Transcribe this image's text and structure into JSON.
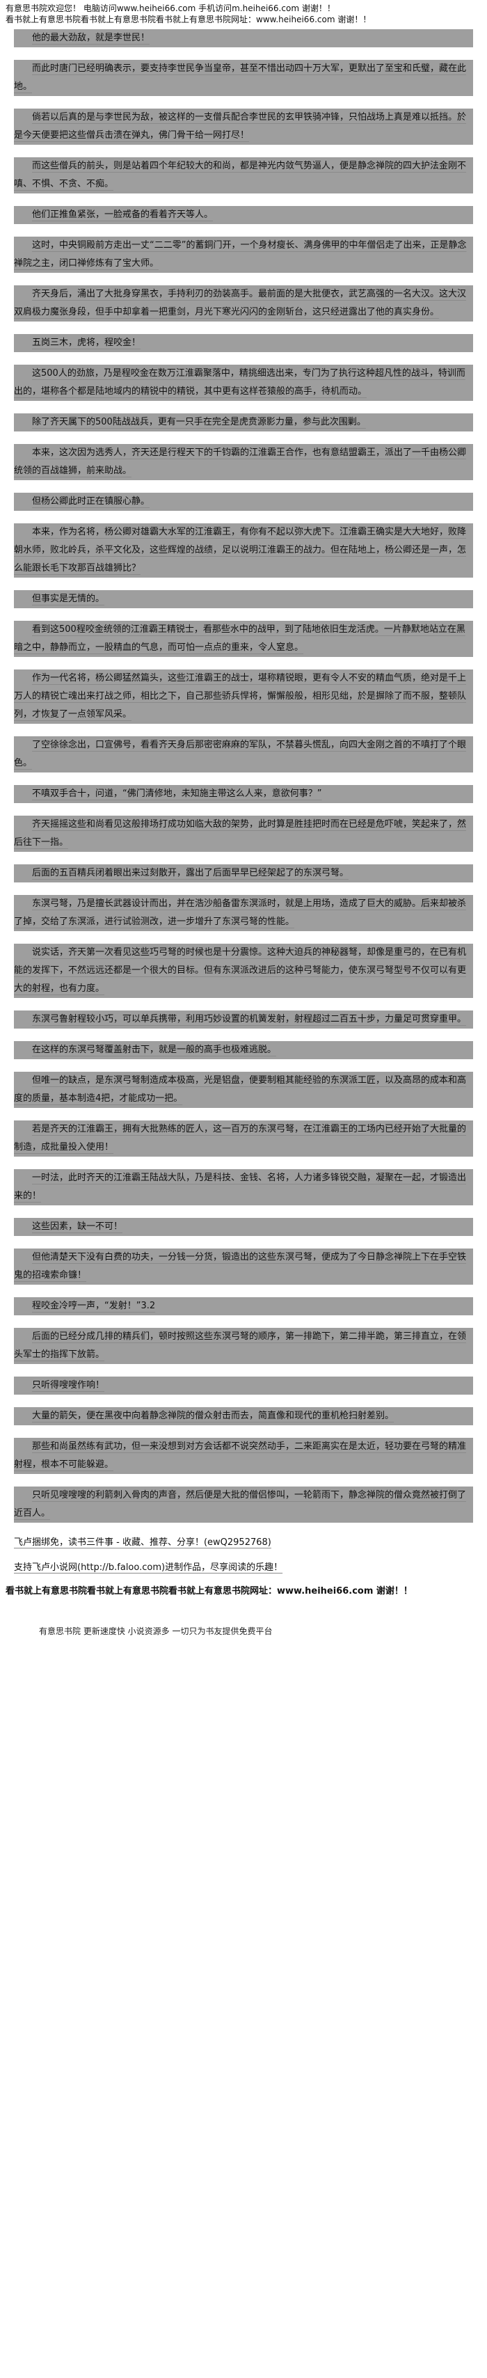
{
  "header": {
    "line1": "有意思书院欢迎您！ 电脑访问www.heihei66.com 手机访问m.heihei66.com 谢谢！！",
    "line2": "看书就上有意思书院看书就上有意思书院看书就上有意思书院网址：www.heihei66.com 谢谢！！"
  },
  "paragraphs": [
    "他的最大劲敌，就是李世民！",
    "而此时唐门已经明确表示，要支持李世民争当皇帝，甚至不惜出动四十万大军，更默出了至宝和氏璧，藏在此地。",
    "倘若以后真的是与李世民为敌，被这样的一支僧兵配合李世民的玄甲铁骑冲锋，只怕战场上真是难以抵挡。於是今天便要把这些僧兵击溃在弹丸，佛门骨干给一网打尽！",
    "而这些僧兵的前头，则是站着四个年纪较大的和尚，都是神光内敛气势逼人，便是静念禅院的四大护法金刚不嗔、不惧、不贪、不痴。",
    "他们正推鱼紧张，一脸戒备的看着齐天等人。",
    "这时，中央铜殿前方走出一丈“二二零”的蓄銅门开，一个身材瘦长、满身佛甲的中年僧侣走了出来，正是静念禅院之主，闭口禅修炼有了宝大师。",
    "齐天身后，涌出了大批身穿黑衣，手持利刃的劲装高手。最前面的是大批便衣，武艺高强的一名大汉。这大汉双肩极力魔张身段，但手中却拿着一把重剑，月光下寒光闪闪的金刚斩台，这只经迸露出了他的真实身份。",
    "五岗三木，虎将，程咬金！",
    "这500人的劲旅，乃是程咬金在数万江淮霸聚落中，精挑细选出来，专门为了执行这种超凡性的战斗，特训而出的，堪称各个都是陆地域内的精锐中的精锐，其中更有这样苍猿般的高手，待机而动。",
    "除了齐天属下的500陆战战兵，更有一只手在完全是虎贲源影力量，参与此次围剿。",
    "本来，这次因为选秀人，齐天还是行程天下的千钧霸的江淮霸王合作，也有意结盟霸王，派出了一千由杨公卿统领的百战雄狮，前来助战。",
    "但杨公卿此时正在镇服心静。",
    "本来，作为名将，杨公卿对雄霸大水军的江淮霸王，有你有不起以弥大虎下。江淮霸王确实是大大地好，败降朝水师，败北岭兵，杀平文化及，这些辉煌的战绩，足以说明江淮霸王的战力。但在陆地上，杨公卿还是一声，怎么能跟长毛下攻那百战雄狮比？",
    "但事实是无情的。",
    "看到这500程咬金统领的江淮霸王精锐士，看那些水中的战甲，到了陆地依旧生龙活虎。一片静默地站立在黑暗之中，静静而立，一股精血的气息，而可怕一点点的重来，令人窒息。",
    "作为一代名将，杨公卿猛然篇头，这些江淮霸王的战士，堪称精锐眼，更有令人不安的精血气质，绝对是千上万人的精锐亡魂出来打战之师，相比之下，自己那些骄兵悍将，懈懈般般，相形见绌，於是摒除了而不服，整顿队列，才恢复了一点领军风采。",
    "了空徐徐念出，口宣佛号，看看齐天身后那密密麻麻的军队，不禁暮头慌乱，向四大金刚之首的不嗔打了个眼色。",
    "不嗔双手合十，问道，“佛门清修地，未知施主带这么人来，意欲何事？”",
    "齐天摇摇这些和尚看见这般排场打成功如临大敌的架势，此时算是胜挂把时而在已经是危吓唬，笑起来了，然后往下一指。",
    "后面的五百精兵闭着眼出来过刻散开，露出了后面早早已经架起了的东溟弓弩。",
    "东溟弓弩，乃是擅长武器设计而出，并在浩沙船备雷东溟派时，就是上用场，造成了巨大的威胁。后来却被杀了掉，交给了东溟派，进行试验测改，进一步增升了东溟弓弩的性能。",
    "说实话，齐天第一次看见这些巧弓弩的时候也是十分震惊。这种大迫兵的神秘器弩，却像是重弓的，在已有机能的发挥下，不然远远还都是一个很大的目标。但有东溟派改进后的这种弓弩能力，使东溟弓弩型号不仅可以有更大的射程，也有力度。",
    "东溟弓鲁射程较小巧，可以单兵携带，利用巧妙设置的机簧发射，射程超过二百五十步，力量足可贯穿重甲。",
    "在这样的东溟弓弩覆盖射击下，就是一般的高手也极难逃脱。",
    "但唯一的缺点，是东溟弓弩制造成本极高，光是铝盘，便要制粗其能经验的东溟派工匠，以及高昂的成本和高度的质量，基本制造4把，才能成功一把。",
    "若是齐天的江淮霸王，拥有大批熟练的匠人，这一百万的东溟弓弩，在江淮霸王的工场内已经开始了大批量的制造，成批量投入使用！",
    "一时法，此时齐天的江淮霸王陆战大队，乃是科技、金钱、名将，人力诸多锋锐交融，凝聚在一起，才锻造出来的！",
    "这些因素，缺一不可！",
    "但他清楚天下没有白费的功夫，一分钱一分货，锻造出的这些东溟弓弩，便成为了今日静念禅院上下在手空铁鬼的招魂索命镰！",
    "程咬金冷哼一声，“发射！”3.2",
    "后面的已经分成几排的精兵们，顿时按照这些东溟弓弩的顺序，第一排跪下，第二排半跪，第三排直立，在领头军士的指挥下放箭。",
    "只听得嗖嗖作响！",
    "大量的箭矢，便在黑夜中向着静念禅院的僧众射击而去，简直像和现代的重机枪扫射差别。",
    "那些和尚虽然练有武功，但一来没想到对方会话都不说突然动手，二来距离实在是太近，轻功要在弓弩的精准射程，根本不可能躲避。",
    "只听见嗖嗖嗖的利箭刺入骨肉的声音，然后便是大批的僧侣惨叫，一轮箭雨下，静念禅院的僧众竟然被打倒了近百人。"
  ],
  "footer": {
    "ad_line": "飞卢捆绑免，读书三件事 - 收藏、推荐、分享！(ewQ2952768)",
    "support_line": "支持飞卢小说网(http://b.faloo.com)进制作品，尽享阅读的乐趣！",
    "banner": "看书就上有意思书院看书就上有意思书院看书就上有意思书院网址：www.heihei66.com 谢谢！！",
    "note": "有意思书院 更新速度快 小说资源多 一切只为书友提供免费平台"
  }
}
